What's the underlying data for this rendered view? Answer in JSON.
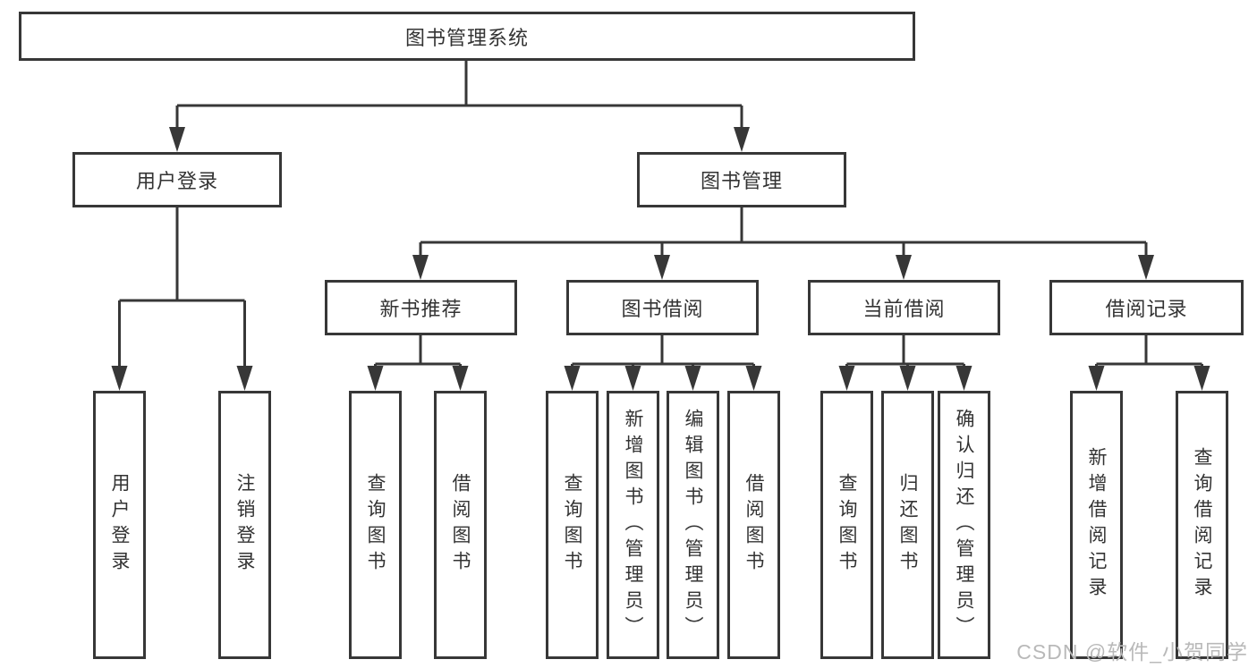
{
  "tree": {
    "root": {
      "label": "图书管理系统"
    },
    "branches": [
      {
        "label": "用户登录",
        "children": [
          {
            "label": "用户登录"
          },
          {
            "label": "注销登录"
          }
        ]
      },
      {
        "label": "图书管理",
        "children": [
          {
            "label": "新书推荐",
            "children": [
              {
                "label": "查询图书"
              },
              {
                "label": "借阅图书"
              }
            ]
          },
          {
            "label": "图书借阅",
            "children": [
              {
                "label": "查询图书"
              },
              {
                "label": "新增图书（管理员）"
              },
              {
                "label": "编辑图书（管理员）"
              },
              {
                "label": "借阅图书"
              }
            ]
          },
          {
            "label": "当前借阅",
            "children": [
              {
                "label": "查询图书"
              },
              {
                "label": "归还图书"
              },
              {
                "label": "确认归还（管理员）"
              }
            ]
          },
          {
            "label": "借阅记录",
            "children": [
              {
                "label": "新增借阅记录"
              },
              {
                "label": "查询借阅记录"
              }
            ]
          }
        ]
      }
    ]
  },
  "watermark": {
    "text": "CSDN @软件_小贺同学"
  },
  "colors": {
    "line": "#373737",
    "text": "#333333",
    "watermark": "#b9b9b9",
    "background": "#ffffff"
  }
}
